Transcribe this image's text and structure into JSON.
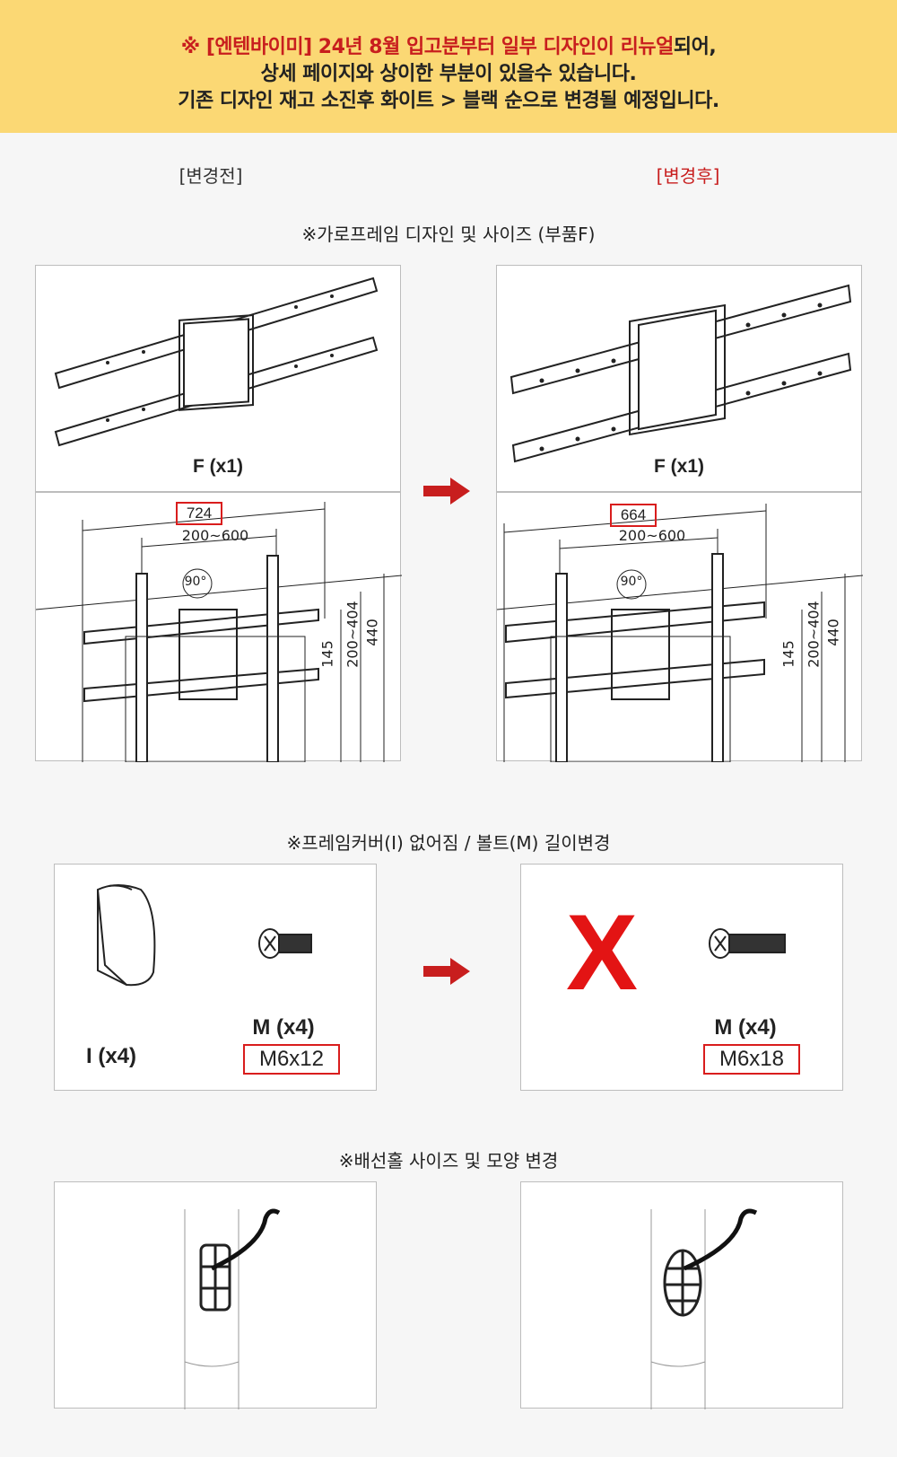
{
  "notice": {
    "line1_red": "※ [엔텐바이미] 24년 8월 입고분부터 일부 디자인이 리뉴얼",
    "line1_rest": "되어,",
    "line2": "상세 페이지와 상이한 부분이 있을수 있습니다.",
    "line3": "기존 디자인 재고 소진후 화이트 > 블랙 순으로 변경될 예정입니다."
  },
  "labels": {
    "before": "[변경전]",
    "after": "[변경후]"
  },
  "section1": {
    "title": "※가로프레임 디자인 및 사이즈 (부품F)",
    "before_caption": "F (x1)",
    "after_caption": "F (x1)",
    "before_width": "724",
    "after_width": "664",
    "range_vesa": "200~600",
    "rotation": "90°",
    "dim_145": "145",
    "dim_range": "200~404",
    "dim_440": "440"
  },
  "section2": {
    "title": "※프레임커버(I) 없어짐 / 볼트(M) 길이변경",
    "cover_caption": "I (x4)",
    "bolt_caption_before": "M (x4)",
    "bolt_size_before": "M6x12",
    "bolt_caption_after": "M (x4)",
    "bolt_size_after": "M6x18",
    "removed_mark": "X"
  },
  "section3": {
    "title": "※배선홀 사이즈 및 모양 변경"
  },
  "colors": {
    "banner": "#fbd874",
    "accent_red": "#c81e1e",
    "arrow_red": "#c81e1e",
    "box_red": "#d91d1d"
  }
}
